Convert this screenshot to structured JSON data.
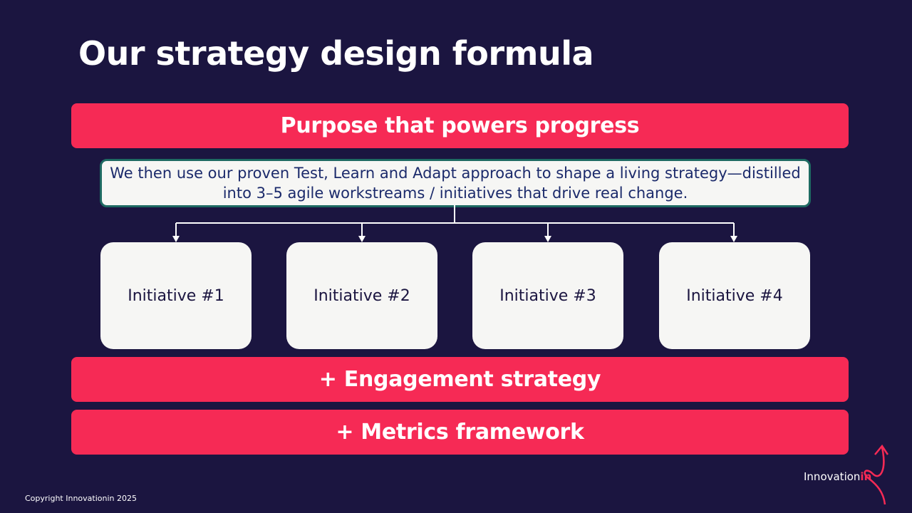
{
  "title": "Our strategy design formula",
  "purpose": "Purpose that powers progress",
  "description": "We then use our proven Test, Learn and Adapt approach to shape a living strategy—distilled into 3–5 agile workstreams / initiatives that drive real change.",
  "initiatives": [
    "Initiative #1",
    "Initiative #2",
    "Initiative #3",
    "Initiative #4"
  ],
  "engagement": "+ Engagement strategy",
  "metrics": "+ Metrics framework",
  "copyright": "Copyright Innovationin 2025",
  "logo": {
    "main": "Innovation",
    "accent": "in"
  },
  "colors": {
    "background": "#1b1540",
    "accent": "#f62a55",
    "box": "#f6f6f4",
    "border": "#1e6a62"
  }
}
